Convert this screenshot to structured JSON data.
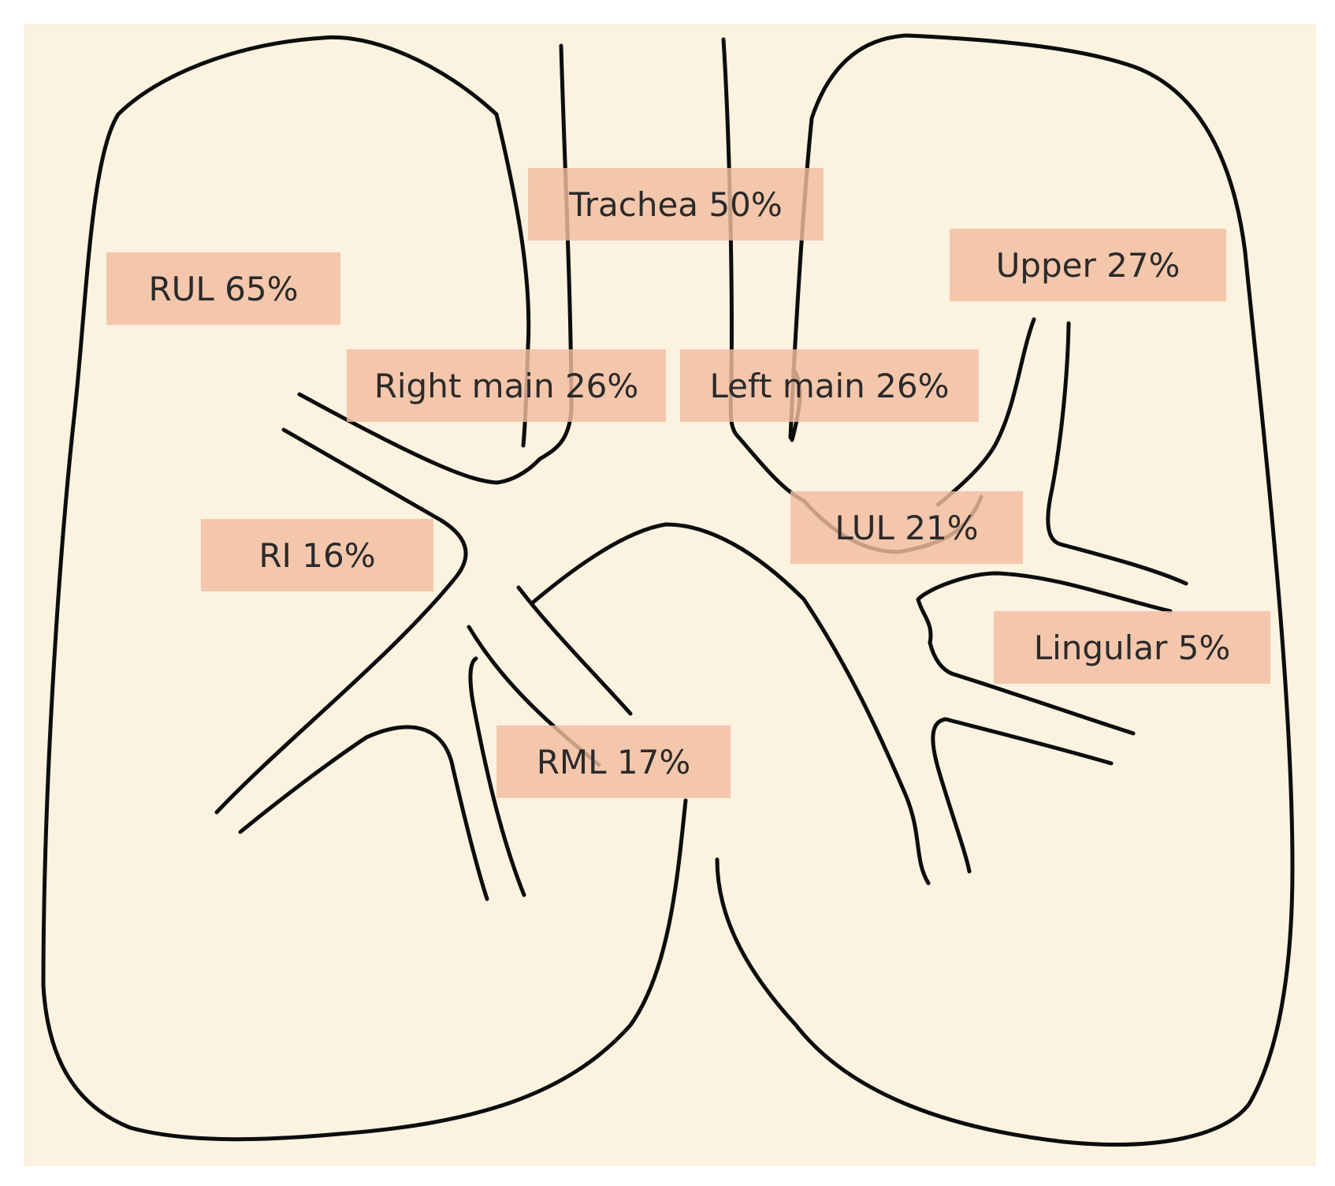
{
  "colors": {
    "background": "#fbf2e0",
    "label_fill": "#f2bda0",
    "line": "#0d0d0d"
  },
  "labels": {
    "trachea": "Trachea 50%",
    "rul": "RUL 65%",
    "upper": "Upper 27%",
    "right_main": "Right main 26%",
    "left_main": "Left main 26%",
    "lul": "LUL 21%",
    "ri": "RI 16%",
    "lingular": "Lingular 5%",
    "rml": "RML 17%"
  }
}
